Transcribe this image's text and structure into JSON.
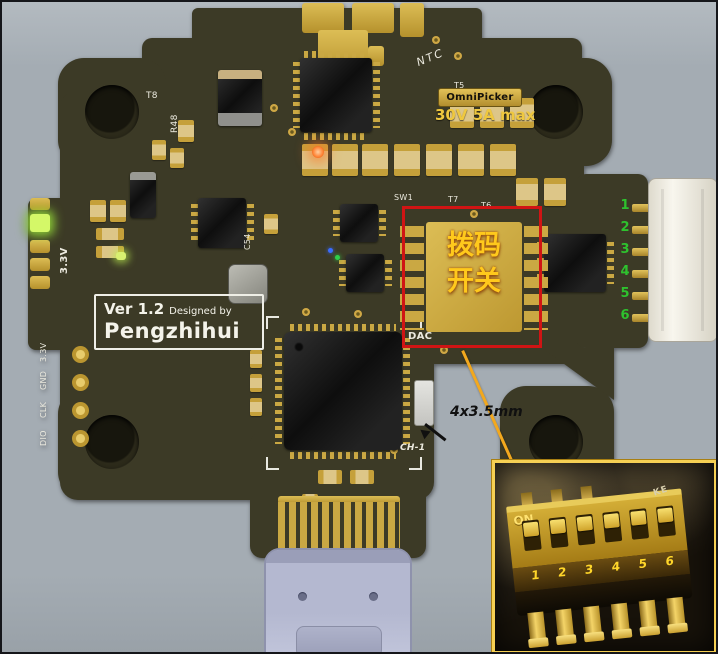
{
  "board": {
    "silkscreen": {
      "t8": "T8",
      "r48": "R48",
      "ntc": "NTC",
      "t5": "T5",
      "sw1": "SW1",
      "t7": "T7",
      "t6": "T6",
      "c54": "C54",
      "rail": "3.3V",
      "dac": "DAC",
      "ch1": "CH-1"
    },
    "pin_labels": [
      "3.3V",
      "GND",
      "CLK",
      "DIO"
    ],
    "version_line": {
      "version": "Ver 1.2",
      "designed_by": "Designed by",
      "designer": "Pengzhihui"
    },
    "badge": "OmniPicker",
    "rating": "30V 5A max",
    "connector_pin_numbers": [
      "1",
      "2",
      "3",
      "4",
      "5",
      "6"
    ]
  },
  "annotations": {
    "dip_label_line1": "拨码",
    "dip_label_line2": "开关",
    "size_note": "4x3.5mm"
  },
  "inset": {
    "on_label": "ON",
    "side_label": "KE",
    "switch_numbers": [
      "1",
      "2",
      "3",
      "4",
      "5",
      "6"
    ]
  },
  "colors": {
    "pcb": "#3c3a26",
    "gold": "#c9a43d",
    "annotation_red": "#d01414",
    "pin_green": "#2ec22e",
    "highlight_yellow": "#f6d054",
    "background": "#a4acb3"
  }
}
